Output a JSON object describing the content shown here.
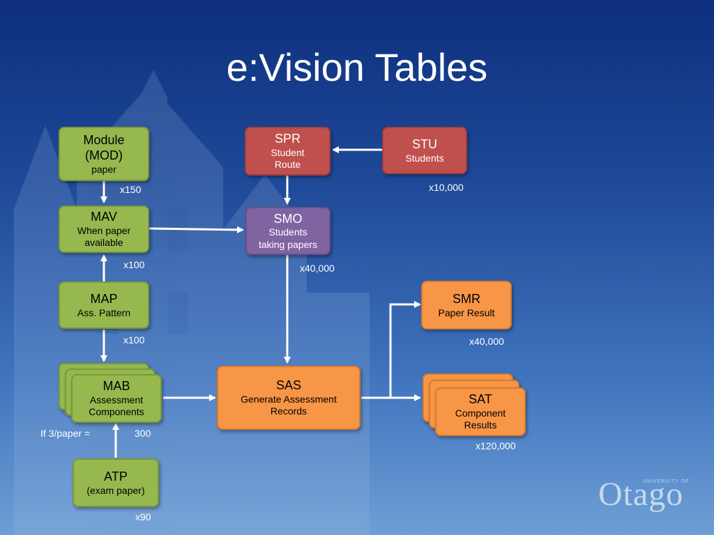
{
  "title": "e:Vision Tables",
  "boxes": {
    "mod": {
      "title": "Module",
      "line2": "(MOD)",
      "sub": "paper"
    },
    "mav": {
      "title": "MAV",
      "sub1": "When paper",
      "sub2": "available"
    },
    "map": {
      "title": "MAP",
      "sub": "Ass. Pattern"
    },
    "mab": {
      "title": "MAB",
      "sub1": "Assessment",
      "sub2": "Components"
    },
    "atp": {
      "title": "ATP",
      "sub": "(exam paper)"
    },
    "spr": {
      "title": "SPR",
      "sub1": "Student",
      "sub2": "Route"
    },
    "stu": {
      "title": "STU",
      "sub": "Students"
    },
    "smo": {
      "title": "SMO",
      "sub1": "Students",
      "sub2": "taking papers"
    },
    "sas": {
      "title": "SAS",
      "sub1": "Generate Assessment",
      "sub2": "Records"
    },
    "smr": {
      "title": "SMR",
      "sub": "Paper Result"
    },
    "sat": {
      "title": "SAT",
      "sub1": "Component",
      "sub2": "Results"
    }
  },
  "counts": {
    "mod": "x150",
    "mav": "x100",
    "map": "x100",
    "mab_note": "If 3/paper =",
    "mab": "300",
    "atp": "x90",
    "stu": "x10,000",
    "smo": "x40,000",
    "smr": "x40,000",
    "sat": "x120,000"
  },
  "logo": {
    "name": "Otago",
    "small": "UNIVERSITY OF"
  },
  "colors": {
    "green": "#96b84f",
    "red": "#c0504d",
    "purple": "#8064a2",
    "orange": "#f79646",
    "background": "#1f4a99"
  }
}
